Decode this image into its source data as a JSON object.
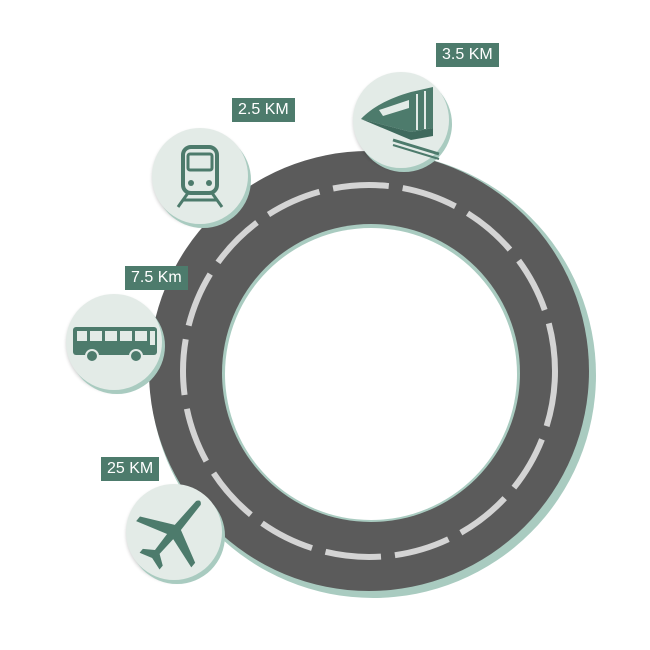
{
  "colors": {
    "road": "#5b5b5b",
    "road_edge": "#a9cbc0",
    "lane_dash": "#d4d4d4",
    "badge_bg": "#e3ebe7",
    "icon": "#4d7b6c",
    "label_bg": "#4d7b6c",
    "label_text": "#ffffff"
  },
  "markers": [
    {
      "icon": "high-speed-train-icon",
      "distance": "3.5 KM"
    },
    {
      "icon": "metro-train-icon",
      "distance": "2.5 KM"
    },
    {
      "icon": "bus-icon",
      "distance": "7.5 Km"
    },
    {
      "icon": "airplane-icon",
      "distance": "25 KM"
    }
  ]
}
